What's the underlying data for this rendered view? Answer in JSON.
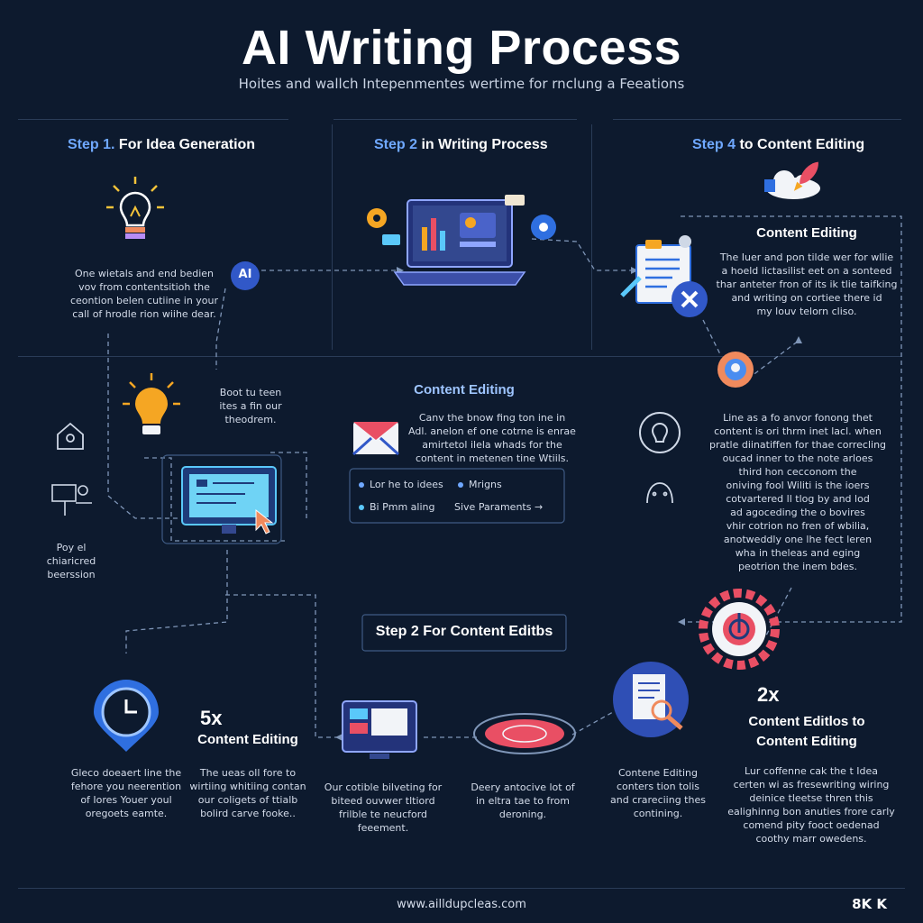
{
  "title": "AI Writing Process",
  "subtitle": "Hoites and wallch Intepenmentes wertime for rnclung a Feeations",
  "steps": {
    "s1": {
      "num": "Step 1.",
      "rest": " For Idea Generation"
    },
    "s2": {
      "num": "Step 2",
      "rest": " in Writing Process"
    },
    "s4": {
      "num": "Step 4",
      "rest": " to Content Editing"
    },
    "s2b": {
      "label": "Step 2 For Content Editbs"
    }
  },
  "col1_text": [
    "One wietals and end bedien",
    "vov from contentsitioh the",
    "ceontion belen cutiine in your",
    "call of hrodle rion wiihe dear."
  ],
  "ai_badge": "AI",
  "right_top": {
    "heading": "Content Editing",
    "text": [
      "The Iuer and pon tilde wer for wllie",
      "a hoeld lictasilist eet on a sonteed",
      "thar anteter fron of its ik tlie taifking",
      "and writing on cortiee there id",
      "my louv telorn cliso."
    ]
  },
  "mid_small_text": [
    "Boot tu teen",
    "ites a fin our",
    "theodrem."
  ],
  "mid": {
    "heading": "Content Editing",
    "text": [
      "Canv the bnow fing ton ine in",
      "Adl. anelon ef one cotrne is enrae",
      "amirtetol ilela whads for the",
      "content in metenen tine Wtiils."
    ],
    "chips": [
      "Lor he to idees",
      "Mrigns",
      "Bi Pmm aling",
      "Sive Paraments"
    ]
  },
  "left_small_text": [
    "Poy el",
    "chiaricred",
    "beerssion"
  ],
  "right_mid_text": [
    "Line as a fo anvor fonong thet",
    "content is ori thrm inet lacl. when",
    "pratle diinatiffen for thae correcling",
    "oucad inner to the note arloes",
    "third hon cecconom the",
    "oniving fool Wiliti is the ioers",
    "cotvartered ll tlog by and lod",
    "ad agoceding the o bovires",
    "vhir cotrion no fren of wbilia,",
    "anotweddly one lhe fect leren",
    "wha in theleas and eging",
    "peotrion the inem bdes."
  ],
  "bottom": {
    "b1_text": [
      "Gleco doeaert line the",
      "fehore you neerention",
      "of Iores Youer youl",
      "oregoets eamte."
    ],
    "b2_big": "5x",
    "b2_heading": "Content Editing",
    "b2_text": [
      "The ueas oll fore to",
      "wirtiing whitiing contan",
      "our coligets of ttialb",
      "bolird carve fooke.."
    ],
    "b3_text": [
      "Our cotible bilveting for",
      "biteed ouvwer tltiord",
      "frilble te neucford",
      "feeement."
    ],
    "b4_text": [
      "Deery antocive lot of",
      "in eltra tae to from",
      "deroning."
    ],
    "b5_text": [
      "Contene Editing",
      "conters tion tolis",
      "and crareciing thes",
      "contining."
    ],
    "b6_big": "2x",
    "b6_heading": [
      "Content Editlos to",
      "Content Editing"
    ],
    "b6_text": [
      "Lur coffenne cak the t Idea",
      "certen wi as fresewriting wiring",
      "deinice tleetse thren this",
      "ealighinng bon anuties frore carly",
      "comend pity fooct oedenad",
      "coothy marr owedens."
    ]
  },
  "footer": {
    "url": "www.ailldupcleas.com",
    "res": "8K K"
  },
  "colors": {
    "background": "#0d1a2e",
    "accent": "#6fa8ff",
    "line": "#7f96b8"
  }
}
